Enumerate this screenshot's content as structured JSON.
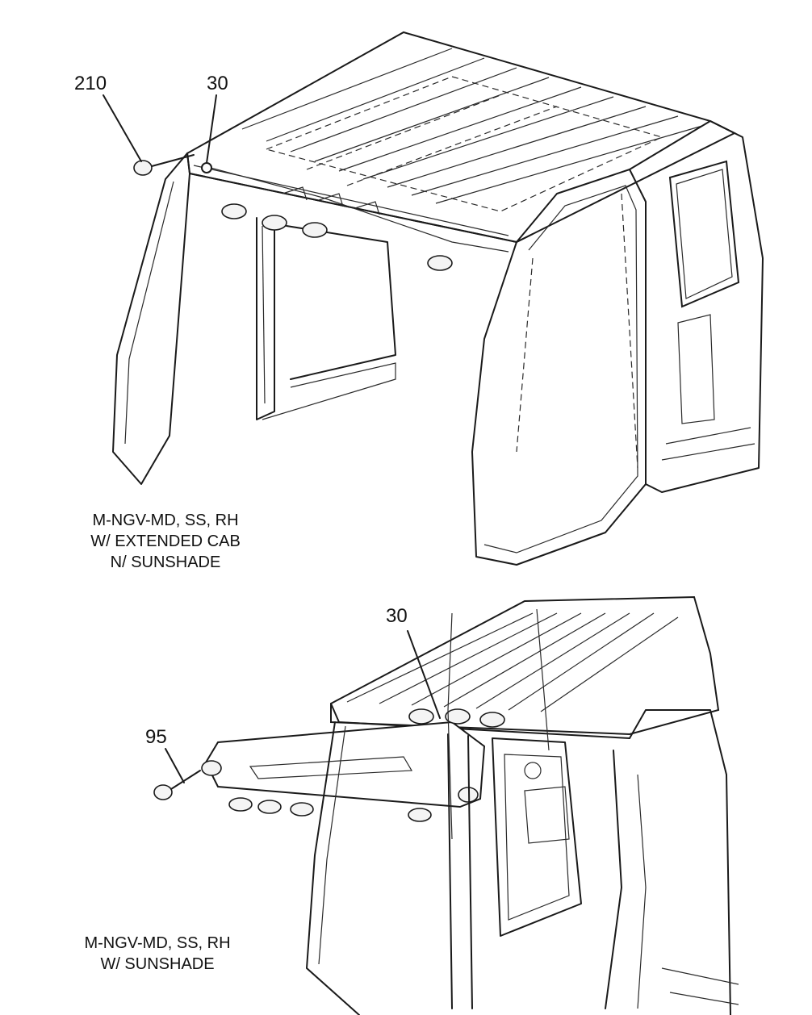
{
  "top_view": {
    "callouts": [
      "210",
      "30"
    ],
    "caption_lines": [
      "M-NGV-MD, SS, RH",
      "W/ EXTENDED CAB",
      "N/ SUNSHADE"
    ]
  },
  "bottom_view": {
    "callouts": [
      "30",
      "95"
    ],
    "caption_lines": [
      "M-NGV-MD, SS, RH",
      "W/ SUNSHADE"
    ]
  }
}
